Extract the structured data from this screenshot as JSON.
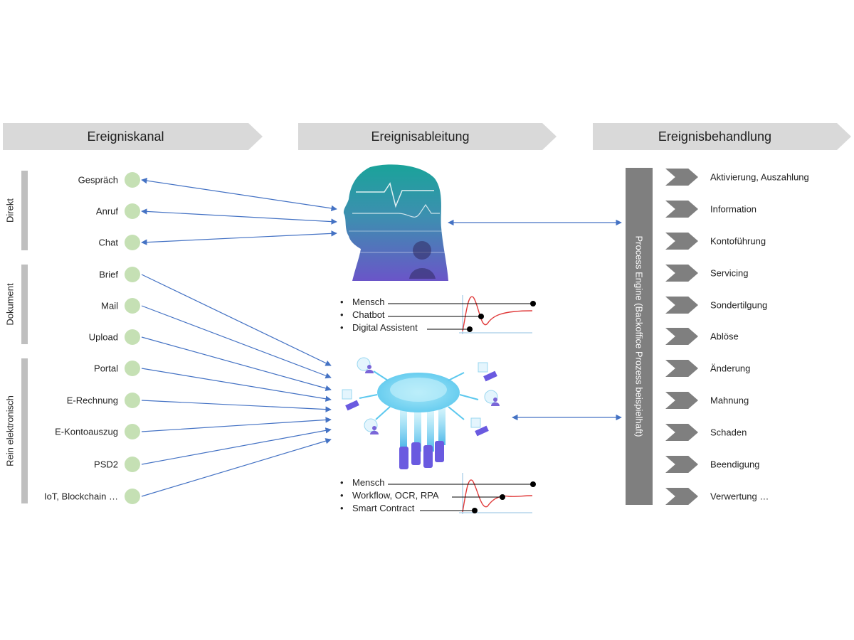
{
  "headers": [
    "Ereigniskanal",
    "Ereignisableitung",
    "Ereignisbehandlung"
  ],
  "groups": [
    {
      "label": "Direkt"
    },
    {
      "label": "Dokument"
    },
    {
      "label": "Rein elektronisch"
    }
  ],
  "channels": [
    {
      "label": "Gespräch"
    },
    {
      "label": "Anruf"
    },
    {
      "label": "Chat"
    },
    {
      "label": "Brief"
    },
    {
      "label": "Mail"
    },
    {
      "label": "Upload"
    },
    {
      "label": "Portal"
    },
    {
      "label": "E-Rechnung"
    },
    {
      "label": "E-Kontoauszug"
    },
    {
      "label": "PSD2"
    },
    {
      "label": "IoT, Blockchain …"
    }
  ],
  "derivation": {
    "upper_bullets": [
      "Mensch",
      "Chatbot",
      "Digital Assistent"
    ],
    "lower_bullets": [
      "Mensch",
      "Workflow,  OCR, RPA",
      "Smart Contract"
    ]
  },
  "engine": {
    "label": "Process Engine (Backoffice Prozess beispielhaft)"
  },
  "actions": [
    "Aktivierung,  Auszahlung",
    "Information",
    "Kontoführung",
    "Servicing",
    "Sondertilgung",
    "Ablöse",
    "Änderung",
    "Mahnung",
    "Schaden",
    "Beendigung",
    "Verwertung …"
  ],
  "colors": {
    "header_bg": "#d9d9d9",
    "group_bar": "#bfbfbf",
    "dot": "#c5e0b4",
    "arrow": "#4472c4",
    "engine": "#7f7f7f",
    "curve": "#e03a3a"
  },
  "icons": [
    "person-silhouette-image",
    "cloud-network-image"
  ]
}
